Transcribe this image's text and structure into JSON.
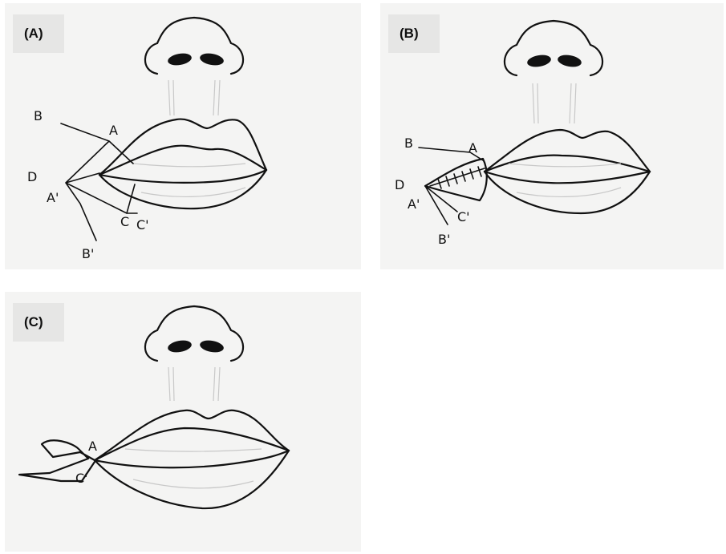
{
  "panels": [
    {
      "tag": "(A)",
      "labels": {
        "B": "B",
        "A": "A",
        "D": "D",
        "A_prime": "A'",
        "B_prime": "B'",
        "C": "C",
        "C_prime": "C'"
      }
    },
    {
      "tag": "(B)",
      "labels": {
        "B": "B",
        "A": "A",
        "D": "D",
        "A_prime": "A'",
        "C_prime": "C'",
        "B_prime": "B'"
      }
    },
    {
      "tag": "(C)",
      "labels": {
        "A": "A",
        "C_prime": "C'"
      }
    }
  ]
}
